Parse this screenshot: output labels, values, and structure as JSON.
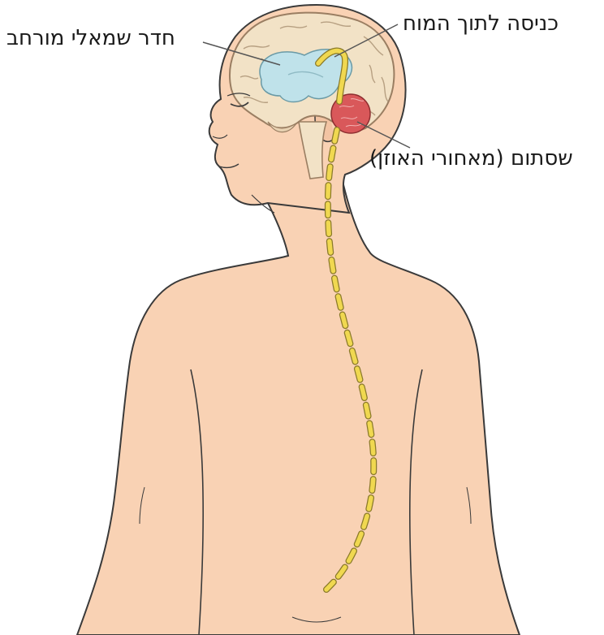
{
  "labels": {
    "enlarged_left_ventricle": "חדר שמאלי מורחב",
    "entry_into_brain": "כניסה לתוך המוח",
    "shunt_behind_ear": "שסתום (מאחורי האוזן)"
  },
  "colors": {
    "skin": "#f9d2b4",
    "skin_outline": "#3a3a3a",
    "brain": "#f2e2c6",
    "brain_outline": "#9a7e62",
    "ventricle": "#bfe2ea",
    "catheter": "#f0d850",
    "catheter_outline": "#8a7a2a",
    "shunt_reservoir": "#d9585a",
    "leader_line": "#555555"
  },
  "icons": {
    "figure": "human-torso-with-brain-and-shunt"
  }
}
